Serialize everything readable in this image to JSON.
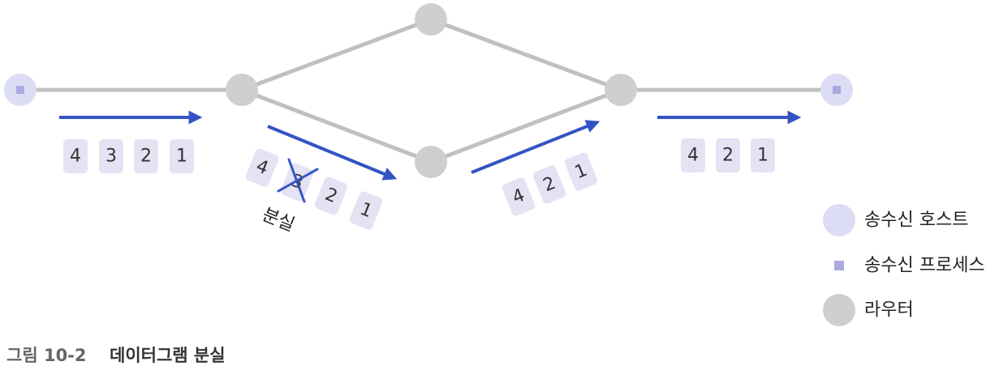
{
  "colors": {
    "link": "#c0c0c2",
    "router": "#cfcfd1",
    "host": "#dcdcf4",
    "process": "#aaaadf",
    "arrow": "#3454c4",
    "packet": "#e3e3f4",
    "cross": "#3454c4"
  },
  "packets": {
    "sender": [
      "4",
      "3",
      "2",
      "1"
    ],
    "lower_left": [
      "4",
      "3",
      "2",
      "1"
    ],
    "lower_right": [
      "4",
      "2",
      "1"
    ],
    "receiver": [
      "4",
      "2",
      "1"
    ]
  },
  "lost_label": "분실",
  "legend": {
    "host": "송수신 호스트",
    "process": "송수신 프로세스",
    "router": "라우터"
  },
  "caption": {
    "number": "그림 10-2",
    "title": "데이터그램 분실"
  }
}
